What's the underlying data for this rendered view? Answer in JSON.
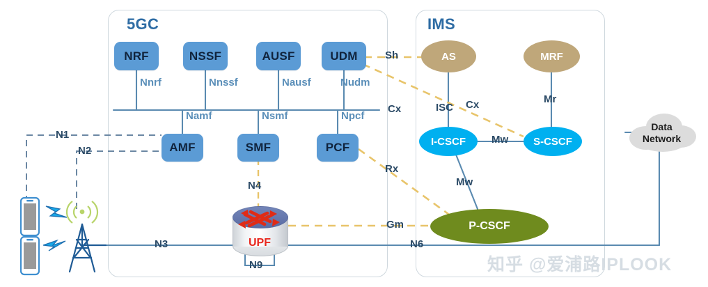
{
  "groups": [
    {
      "id": "5gc",
      "title": "5GC"
    },
    {
      "id": "ims",
      "title": "IMS"
    }
  ],
  "core_nodes": [
    {
      "id": "nrf",
      "label": "NRF",
      "sbi": "Nnrf"
    },
    {
      "id": "nssf",
      "label": "NSSF",
      "sbi": "Nnssf"
    },
    {
      "id": "ausf",
      "label": "AUSF",
      "sbi": "Nausf"
    },
    {
      "id": "udm",
      "label": "UDM",
      "sbi": "Nudm"
    },
    {
      "id": "amf",
      "label": "AMF",
      "sbi": "Namf"
    },
    {
      "id": "smf",
      "label": "SMF",
      "sbi": "Nsmf"
    },
    {
      "id": "pcf",
      "label": "PCF",
      "sbi": "Npcf"
    }
  ],
  "ims_nodes": [
    {
      "id": "as",
      "label": "AS",
      "shape": "ellipse",
      "color": "#bfa77a"
    },
    {
      "id": "mrf",
      "label": "MRF",
      "shape": "ellipse",
      "color": "#bfa77a"
    },
    {
      "id": "icscf",
      "label": "I-CSCF",
      "shape": "ellipse",
      "color": "#00b0f0"
    },
    {
      "id": "scscf",
      "label": "S-CSCF",
      "shape": "ellipse",
      "color": "#00b0f0"
    },
    {
      "id": "pcscf",
      "label": "P-CSCF",
      "shape": "ellipse",
      "color": "#6f8b1e"
    }
  ],
  "upf": {
    "label": "UPF",
    "icon": "router-icon"
  },
  "data_network": {
    "line1": "Data",
    "line2": "Network",
    "icon": "cloud-icon"
  },
  "ue": [
    {
      "id": "ue1",
      "icon": "smartphone-icon"
    },
    {
      "id": "ue2",
      "icon": "smartphone-icon"
    }
  ],
  "ran": {
    "icon": "cell-tower-icon"
  },
  "interfaces": {
    "n1": "N1",
    "n2": "N2",
    "n3": "N3",
    "n4": "N4",
    "n6": "N6",
    "n9": "N9",
    "sh": "Sh",
    "cx": "Cx",
    "rx": "Rx",
    "gm": "Gm",
    "isc": "ISC",
    "mw1": "Mw",
    "mw2": "Mw",
    "mr": "Mr"
  },
  "colors": {
    "nf_box": "#5b9bd5",
    "cscf": "#00b0f0",
    "ims_tan": "#bfa77a",
    "pcscf": "#6f8b1e",
    "solid_link": "#5a8ab0",
    "dashed_orange": "#e8c46a",
    "dashed_blue": "#6b87a3",
    "label_text": "#3f6d94",
    "group_border": "#cfd8de",
    "upf_text": "#e8261c"
  },
  "watermark": "知乎 @爱浦路IPLOOK"
}
